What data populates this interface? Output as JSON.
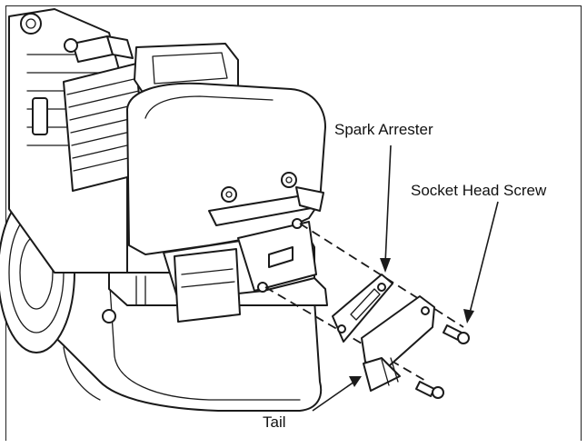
{
  "labels": {
    "spark_arrester": "Spark Arrester",
    "socket_head_screw": "Socket Head Screw",
    "tail": "Tail"
  },
  "icons": [
    "engine-illustration",
    "spark-arrester-gasket",
    "muffler-cover",
    "socket-head-screw-icon"
  ]
}
